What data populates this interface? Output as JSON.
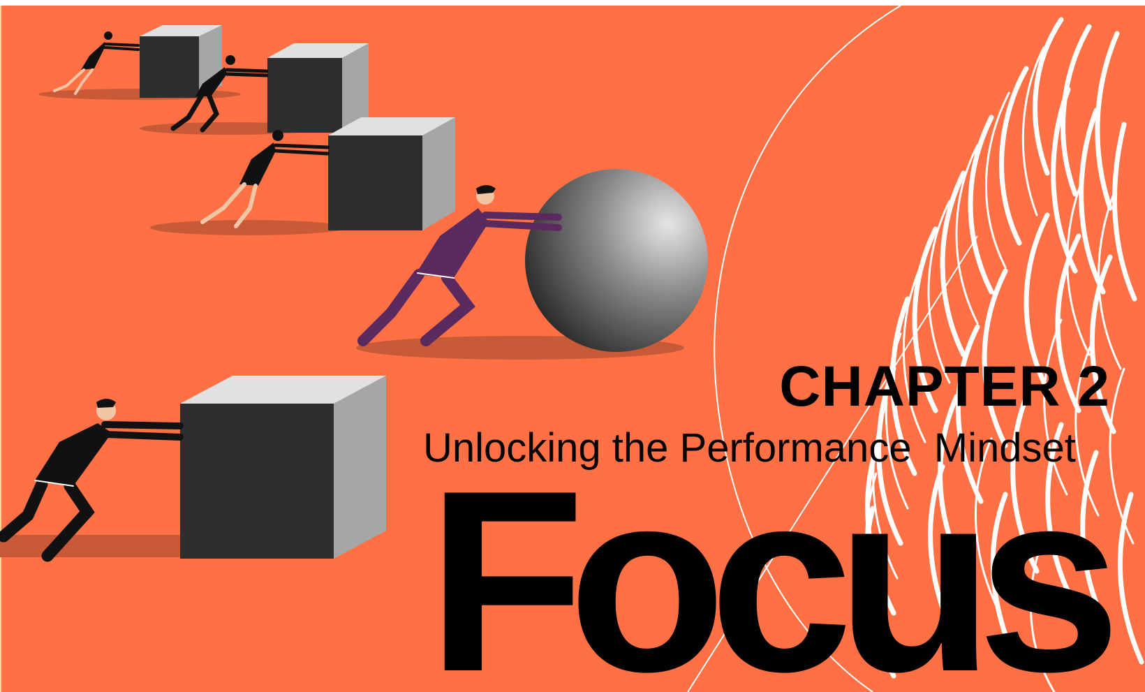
{
  "slide": {
    "chapter_label": "CHAPTER 2",
    "subtitle": "Unlocking the Performance  Mindset",
    "main_title": "Focus"
  },
  "colors": {
    "background": "#FF7145",
    "shadow": "#C85A38",
    "box_front": "#2E2D30",
    "box_top": "#E1E1E1",
    "box_side": "#A6A6A6",
    "text": "#000000",
    "accent_suit": "#5A2A5F",
    "fingerprint": "#FFFFFF"
  },
  "illustration": {
    "figures": [
      "woman-pushing-box",
      "man-pushing-box",
      "woman-pushing-box",
      "man-pushing-sphere",
      "man-pushing-large-box"
    ],
    "background_motif": "fingerprint"
  }
}
